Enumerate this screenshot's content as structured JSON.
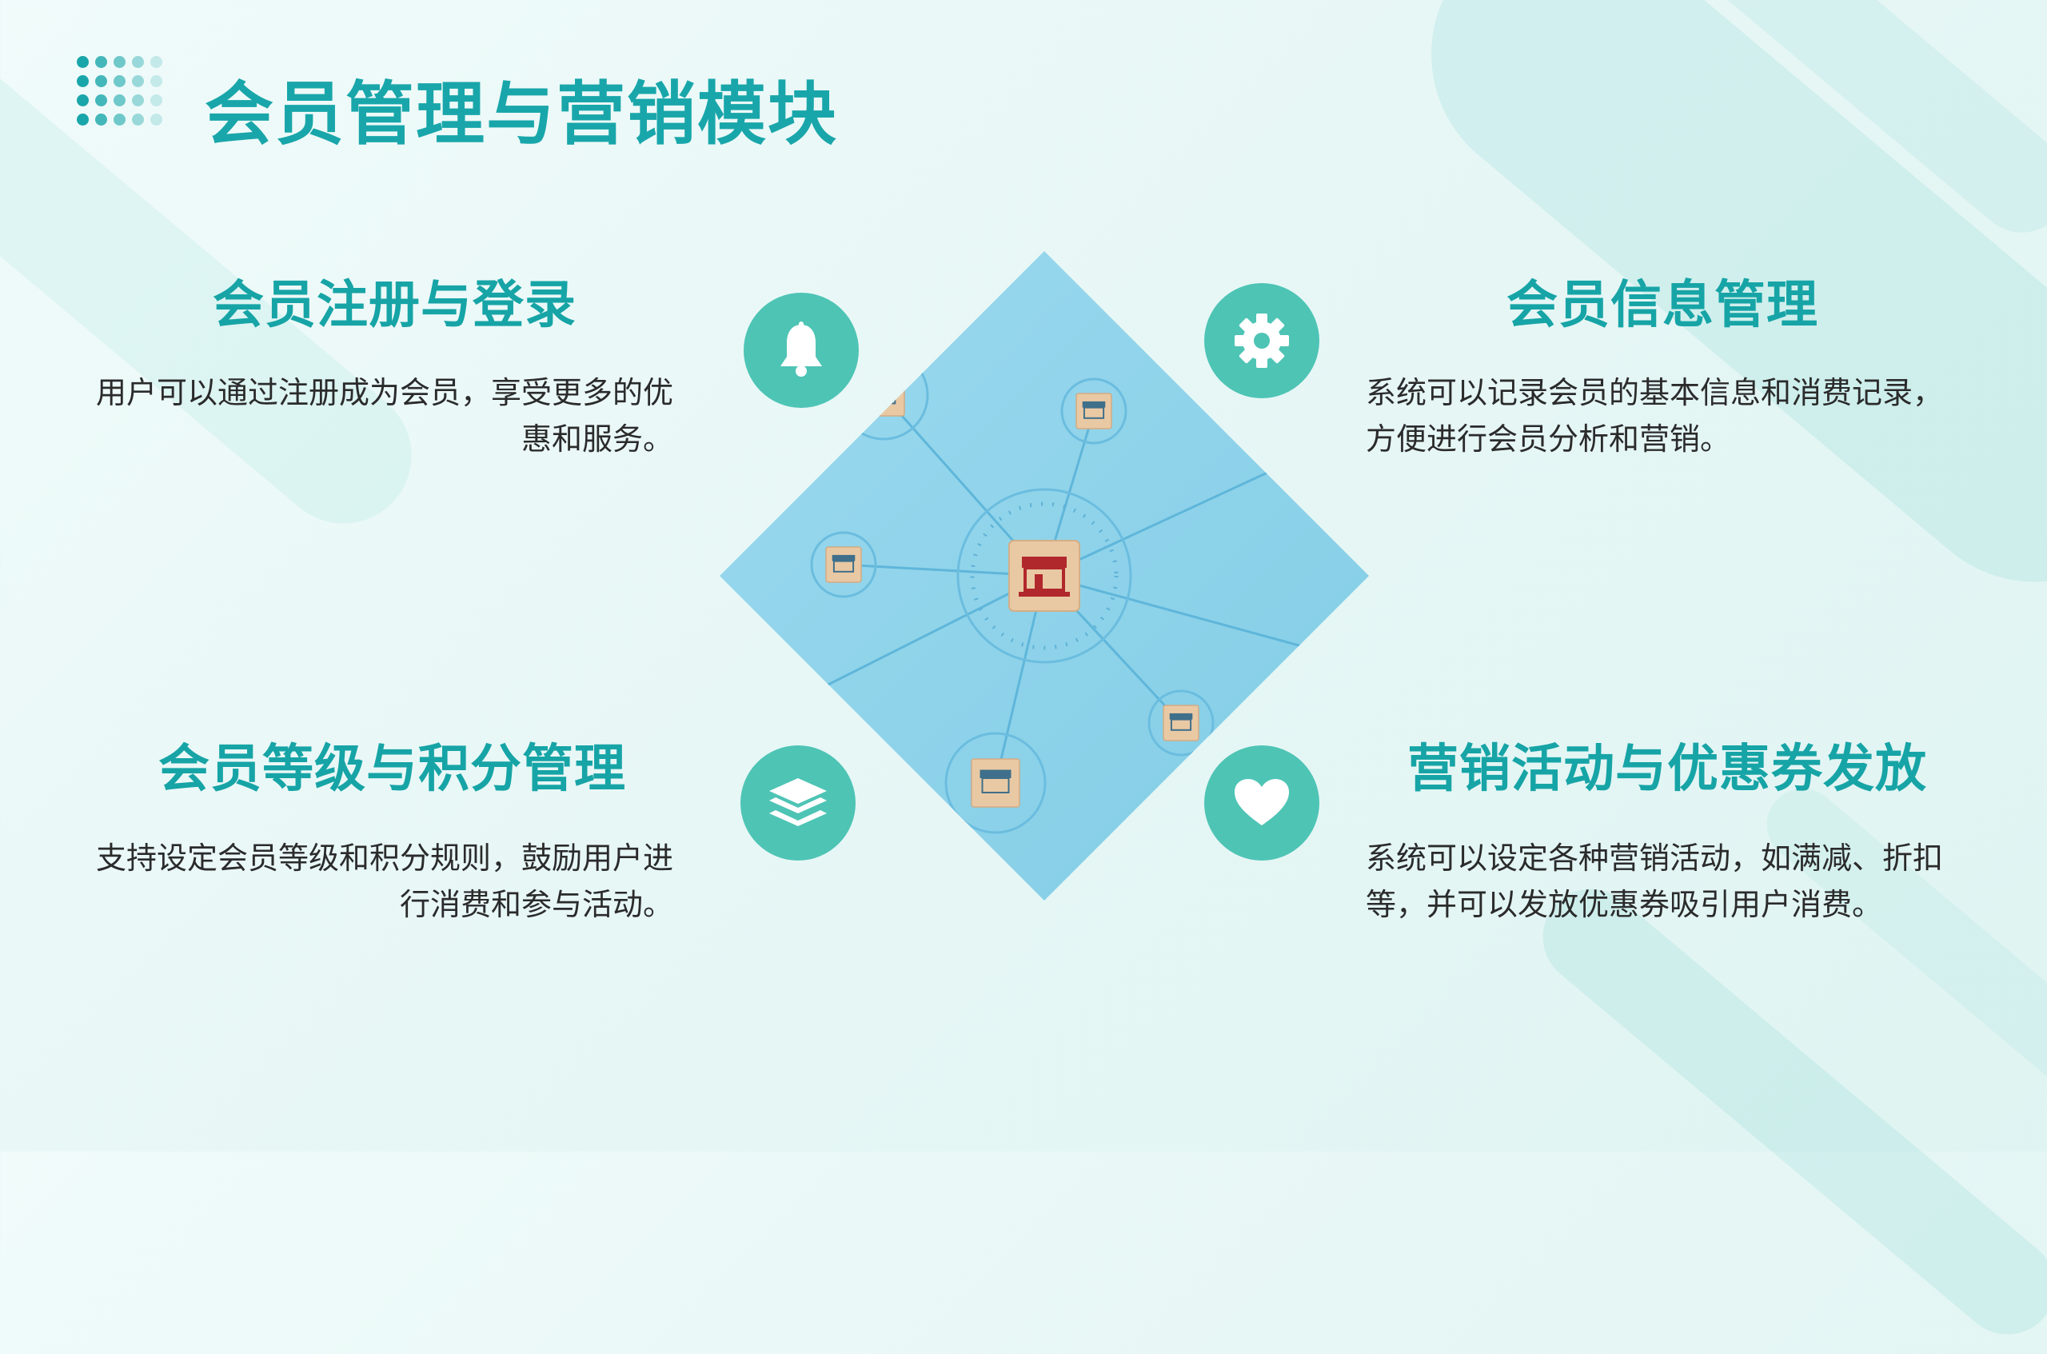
{
  "page": {
    "title": "会员管理与营销模块"
  },
  "sections": [
    {
      "title": "会员注册与登录",
      "text_line1": "用户可以通过注册成为会员，享受更多的优",
      "text_line2": "惠和服务。",
      "icon": "bell-icon"
    },
    {
      "title": "会员信息管理",
      "text_line1": "系统可以记录会员的基本信息和消费记录，",
      "text_line2": "方便进行会员分析和营销。",
      "icon": "gear-icon"
    },
    {
      "title": "会员等级与积分管理",
      "text_line1": "支持设定会员等级和积分规则，鼓励用户进",
      "text_line2": "行消费和参与活动。",
      "icon": "layers-icon"
    },
    {
      "title": "营销活动与优惠券发放",
      "text_line1": "系统可以设定各种营销活动，如满减、折扣",
      "text_line2": "等，并可以发放优惠券吸引用户消费。",
      "icon": "heart-icon"
    }
  ],
  "colors": {
    "accent": "#19a6aa",
    "icon_bg": "#4ec4b5",
    "diamond": "#8dd3ea",
    "store_red": "#b0282c"
  }
}
